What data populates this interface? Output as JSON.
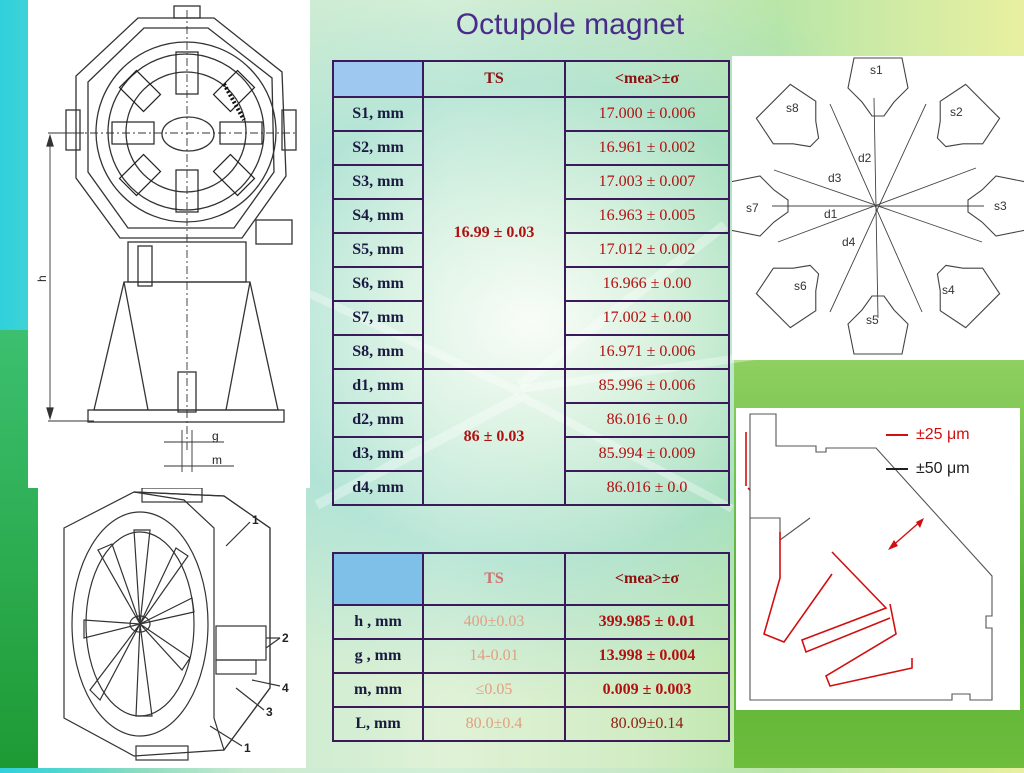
{
  "slide": {
    "title": "Octupole magnet"
  },
  "table1": {
    "headers": [
      "",
      "TS",
      "<mea>±σ"
    ],
    "rows": [
      {
        "label": "S1, mm",
        "mea": "17.000 ± 0.006"
      },
      {
        "label": "S2, mm",
        "mea": "16.961 ± 0.002"
      },
      {
        "label": "S3, mm",
        "mea": "17.003 ± 0.007"
      },
      {
        "label": "S4, mm",
        "mea": "16.963 ± 0.005"
      },
      {
        "label": "S5, mm",
        "mea": "17.012 ± 0.002"
      },
      {
        "label": "S6, mm",
        "mea": "16.966 ± 0.00"
      },
      {
        "label": "S7, mm",
        "mea": "17.002 ± 0.00"
      },
      {
        "label": "S8, mm",
        "mea": "16.971 ± 0.006"
      },
      {
        "label": "d1, mm",
        "mea": "85.996 ± 0.006"
      },
      {
        "label": "d2, mm",
        "mea": "86.016 ± 0.0"
      },
      {
        "label": "d3, mm",
        "mea": "85.994 ± 0.009"
      },
      {
        "label": "d4, mm",
        "mea": "86.016 ± 0.0"
      }
    ],
    "ts_s": "16.99 ± 0.03",
    "ts_d": "86 ± 0.03"
  },
  "table2": {
    "headers": [
      "",
      "TS",
      "<mea>±σ"
    ],
    "rows": [
      {
        "label": "h , mm",
        "ts": "400±0.03",
        "mea": "399.985 ± 0.01"
      },
      {
        "label": "g , mm",
        "ts": "14-0.01",
        "mea": "13.998 ± 0.004"
      },
      {
        "label": "m, mm",
        "ts": "≤0.05",
        "mea": "0.009 ± 0.003"
      },
      {
        "label": "L, mm",
        "ts": "80.0±0.4",
        "mea": "80.09±0.14"
      }
    ]
  },
  "drawing_front": {
    "labels": {
      "h": "h",
      "g": "g",
      "m": "m"
    }
  },
  "drawing_iso": {
    "callouts": [
      "1",
      "2",
      "4",
      "3",
      "1"
    ]
  },
  "pole_diagram": {
    "gap_labels": [
      "s1",
      "s2",
      "s3",
      "s4",
      "s5",
      "s6",
      "s7",
      "s8"
    ],
    "diag_labels": [
      "d1",
      "d2",
      "d3",
      "d4"
    ]
  },
  "profile_legend": {
    "items": [
      {
        "label": "±25 μm",
        "color": "#d01010"
      },
      {
        "label": "±50 μm",
        "color": "#202020"
      }
    ]
  }
}
